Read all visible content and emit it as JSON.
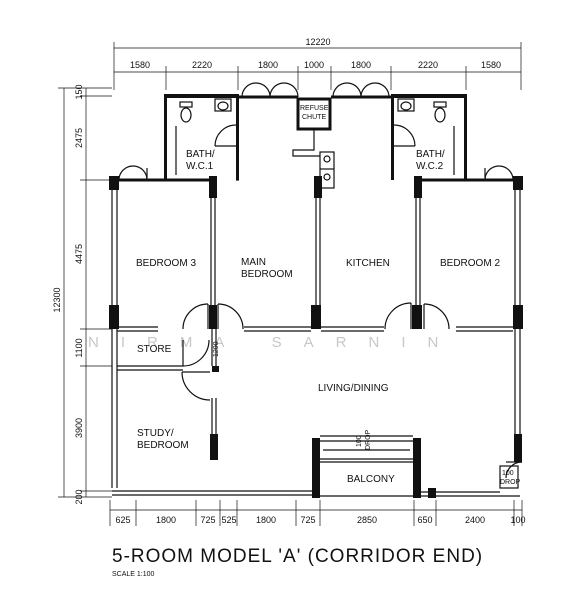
{
  "plan": {
    "title": "5-ROOM MODEL 'A'  (CORRIDOR END)",
    "scale": "SCALE 1:100",
    "watermark": "NIRMA SARNIN"
  },
  "dimensions": {
    "overall_width": "12220",
    "overall_height": "12300",
    "top": [
      "1580",
      "2220",
      "1800",
      "1000",
      "1800",
      "2220",
      "1580"
    ],
    "left": [
      "150",
      "2475",
      "4475",
      "1100",
      "3900",
      "200"
    ],
    "bottom": [
      "625",
      "1800",
      "725",
      "525",
      "1800",
      "725",
      "2850",
      "650",
      "2400",
      "100"
    ],
    "store_door": "1200"
  },
  "rooms": {
    "bath1": [
      "BATH/",
      "W.C.1"
    ],
    "bath2": [
      "BATH/",
      "W.C.2"
    ],
    "refuse": [
      "REFUSE",
      "CHUTE"
    ],
    "bedroom3": "BEDROOM  3",
    "main_bedroom": [
      "MAIN",
      "BEDROOM"
    ],
    "kitchen": "KITCHEN",
    "bedroom2": "BEDROOM  2",
    "store": "STORE",
    "study": [
      "STUDY/",
      "BEDROOM"
    ],
    "living": "LIVING/DINING",
    "balcony": "BALCONY",
    "drop1": [
      "100",
      "DROP"
    ],
    "drop2": [
      "100",
      "DROP"
    ]
  }
}
